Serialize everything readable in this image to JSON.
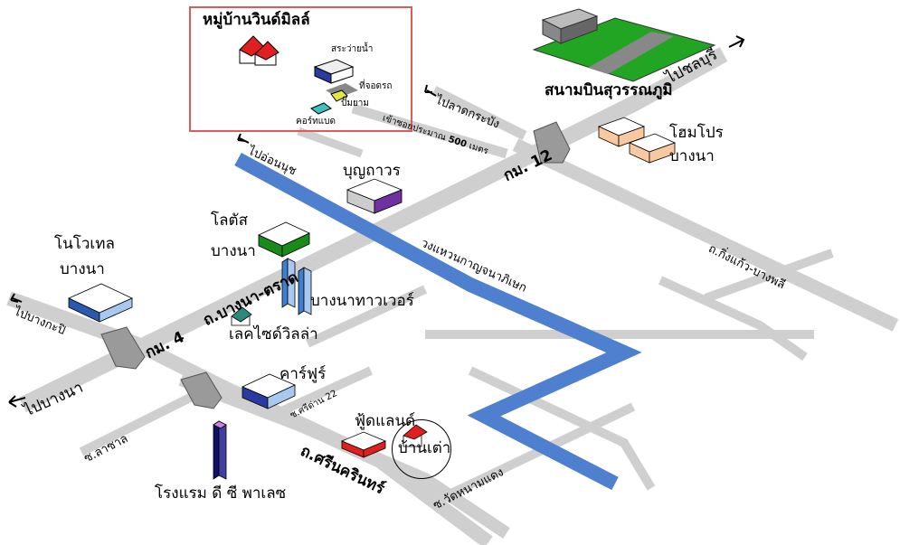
{
  "colors": {
    "road": "#cfcfcf",
    "ring_road": "#4f7fcf",
    "frame": "#e05a5a",
    "roof_red": "#e02020"
  },
  "labels": {
    "village": "หมู่บ้านวินด์มิลล์",
    "pool": "สระว่ายน้ำ",
    "parking": "ที่จอดรถ",
    "pump": "ปั๊มยาม",
    "badminton": "คอร์ทแบด",
    "soi_entrance": "เข้าซอยประมาณ",
    "soi_distance": "500",
    "soi_unit": "เมตร",
    "airport": "สนามบินสุวรรณภูมิ",
    "to_chonburi": "ไปชลบุรี",
    "to_lat_krabang": "ไปลาดกระบัง",
    "km12": "กม. 12",
    "homepro_1": "โฮมโปร",
    "homepro_2": "บางนา",
    "to_on_nut": "ไปอ่อนนุช",
    "boon_thavorn": "บุญถาวร",
    "lotus_1": "โลตัส",
    "lotus_2": "บางนา",
    "novotel_1": "โนโวเทล",
    "novotel_2": "บางนา",
    "ring_road": "วงแหวนกาญจนาภิเษก",
    "king_kaeo": "ถ.กิ่งแก้ว-บางพลี",
    "bangna_trat": "ถ.บางนา-ตราด",
    "km4": "กม. 4",
    "bangna_tower": "บางนาทาวเวอร์",
    "lakeside": "เลคไซด์วิลล่า",
    "to_bang_kapi": "ไปบางกะปิ",
    "to_bang_na": "ไปบางนา",
    "carrefour": "คาร์ฟูร์",
    "srinakarin_22": "ซ.ศรีด่าน 22",
    "la_salle": "ซ.ลาซาล",
    "food_land": "ฟู้ดแลนด์",
    "ban_tao": "บ้านเต่า",
    "srinakarin": "ถ.ศรีนครินทร์",
    "wat_nam_daeng": "ซ.วัดหนามแดง",
    "dc_palace": "โรงแรม ดี ซี พาเลซ"
  },
  "icons": [
    "house-icon",
    "pool-icon",
    "parking-icon",
    "building-icon",
    "tower-icon",
    "bridge-icon",
    "plane-runway-icon",
    "arrow-icon"
  ]
}
